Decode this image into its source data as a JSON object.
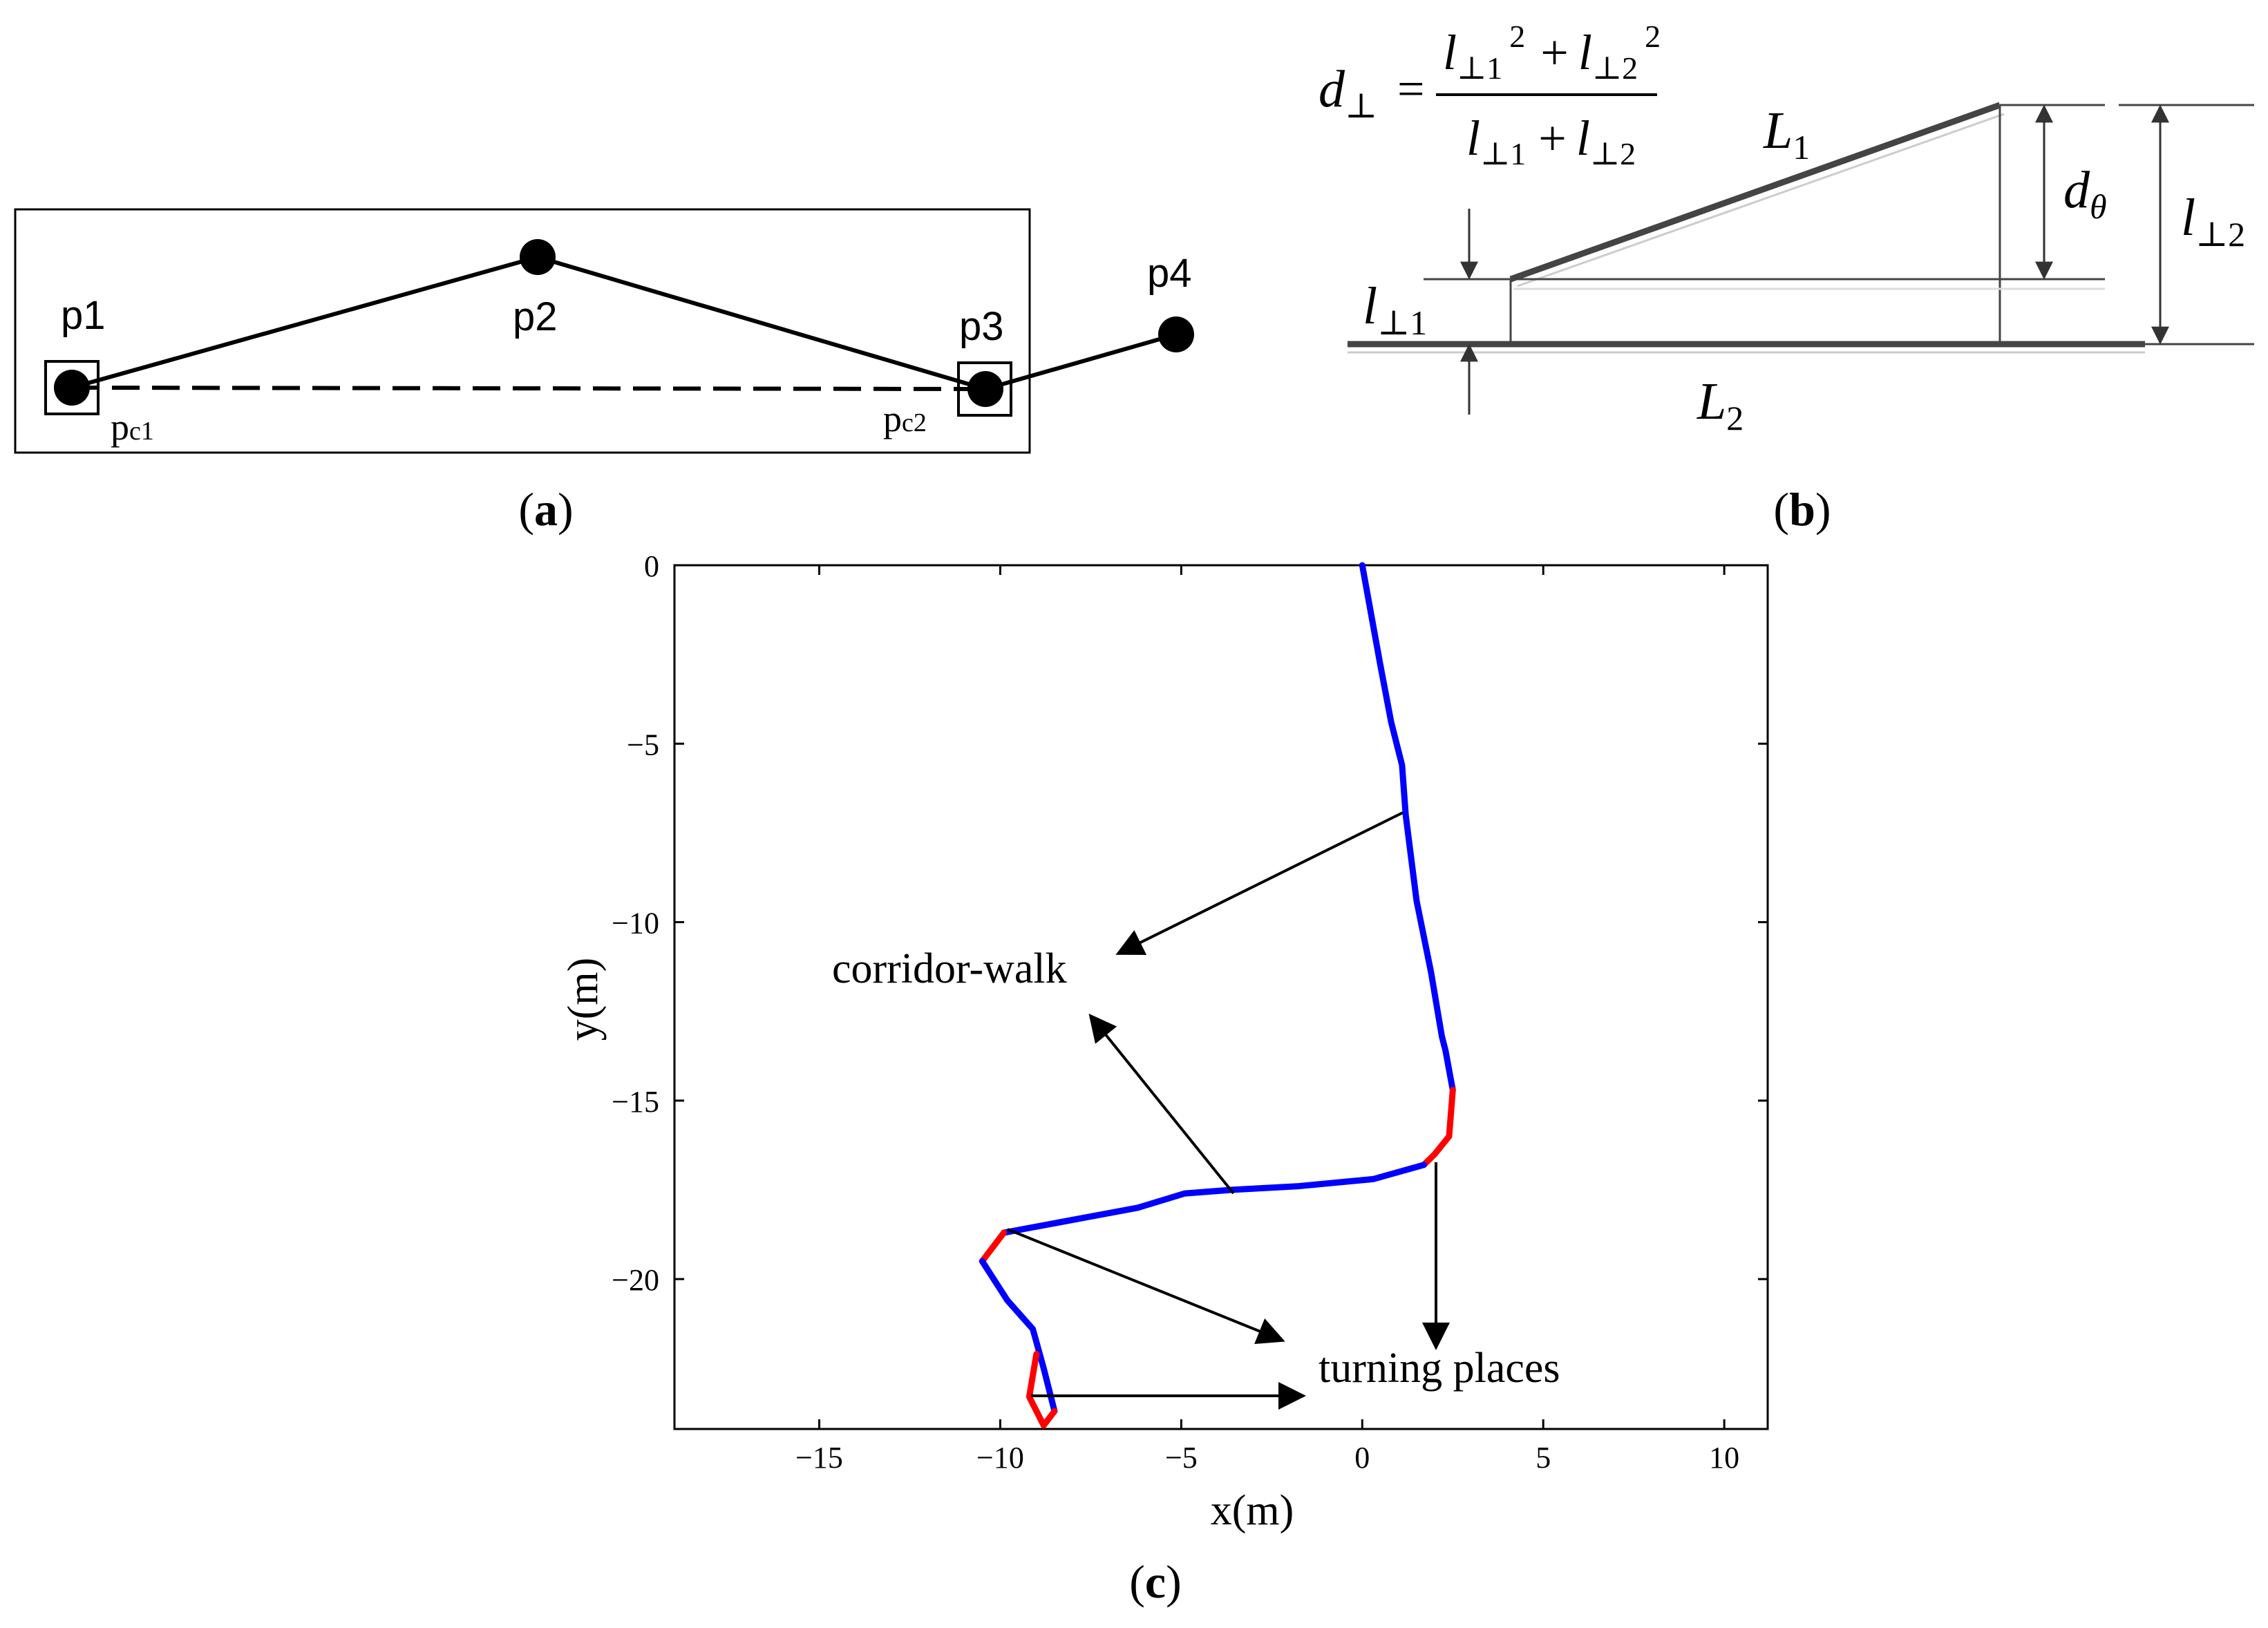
{
  "panel_a": {
    "caption_open": "(",
    "caption_letter": "a",
    "caption_close": ")",
    "points": [
      {
        "label": "p1",
        "kind": "filled-circle"
      },
      {
        "label": "p2",
        "kind": "filled-circle"
      },
      {
        "label": "p3",
        "kind": "filled-circle"
      },
      {
        "label": "p4",
        "kind": "filled-circle"
      }
    ],
    "characteristic_points": [
      {
        "base": "p",
        "sub": "c1"
      },
      {
        "base": "p",
        "sub": "c2"
      }
    ]
  },
  "panel_b": {
    "caption_open": "(",
    "caption_letter": "b",
    "caption_close": ")",
    "formula": {
      "lhs_base": "d",
      "lhs_sub": "⊥",
      "equals": "=",
      "num_term1_base": "l",
      "num_term1_sub": "⊥1",
      "num_term1_sup": "2",
      "num_plus": "+",
      "num_term2_base": "l",
      "num_term2_sub": "⊥2",
      "num_term2_sup": "2",
      "den_term1_base": "l",
      "den_term1_sub": "⊥1",
      "den_plus": "+",
      "den_term2_base": "l",
      "den_term2_sub": "⊥2"
    },
    "labels": {
      "L1_base": "L",
      "L1_sub": "1",
      "L2_base": "L",
      "L2_sub": "2",
      "d_theta_base": "d",
      "d_theta_sub": "θ",
      "l_perp1_base": "l",
      "l_perp1_sub": "⊥1",
      "l_perp2_base": "l",
      "l_perp2_sub": "⊥2"
    }
  },
  "panel_c": {
    "caption_open": "(",
    "caption_letter": "c",
    "caption_close": ")",
    "annotations": {
      "corridor": "corridor-walk",
      "turning": "turning places"
    },
    "colors": {
      "corridor": "#0000ff",
      "turning": "#ff0000",
      "axis": "#000000"
    }
  },
  "chart_data": {
    "type": "line",
    "title": "",
    "xlabel": "x(m)",
    "ylabel": "y(m)",
    "xlim": [
      -19,
      11.2
    ],
    "ylim": [
      -24.2,
      0
    ],
    "xticks": [
      -15,
      -10,
      -5,
      0,
      5,
      10
    ],
    "yticks": [
      0,
      -5,
      -10,
      -15,
      -20
    ],
    "xtick_labels": [
      "−15",
      "−10",
      "−5",
      "0",
      "5",
      "10"
    ],
    "ytick_labels": [
      "0",
      "−5",
      "−10",
      "−15",
      "−20"
    ],
    "grid": false,
    "legend": "none",
    "series": [
      {
        "segment": "corridor-walk",
        "color": "#0000ff",
        "points": [
          [
            0.0,
            0.0
          ],
          [
            0.5,
            -2.8
          ],
          [
            0.8,
            -4.4
          ],
          [
            1.1,
            -5.6
          ],
          [
            1.2,
            -7.0
          ],
          [
            1.5,
            -9.4
          ],
          [
            1.9,
            -11.4
          ],
          [
            2.2,
            -13.2
          ],
          [
            2.3,
            -13.6
          ],
          [
            2.5,
            -14.7
          ]
        ]
      },
      {
        "segment": "turning",
        "color": "#ff0000",
        "points": [
          [
            2.5,
            -14.7
          ],
          [
            2.4,
            -16.0
          ],
          [
            2.0,
            -16.5
          ],
          [
            1.7,
            -16.8
          ]
        ]
      },
      {
        "segment": "corridor-walk",
        "color": "#0000ff",
        "points": [
          [
            1.7,
            -16.8
          ],
          [
            0.3,
            -17.2
          ],
          [
            -1.8,
            -17.4
          ],
          [
            -3.6,
            -17.5
          ],
          [
            -4.9,
            -17.6
          ],
          [
            -6.2,
            -18.0
          ],
          [
            -9.9,
            -18.7
          ]
        ]
      },
      {
        "segment": "turning",
        "color": "#ff0000",
        "points": [
          [
            -9.9,
            -18.7
          ],
          [
            -10.5,
            -19.5
          ]
        ]
      },
      {
        "segment": "corridor-walk",
        "color": "#0000ff",
        "points": [
          [
            -10.5,
            -19.5
          ],
          [
            -9.8,
            -20.6
          ],
          [
            -9.1,
            -21.4
          ],
          [
            -8.8,
            -22.5
          ],
          [
            -8.5,
            -23.7
          ]
        ]
      },
      {
        "segment": "turning",
        "color": "#ff0000",
        "points": [
          [
            -8.5,
            -23.7
          ],
          [
            -8.8,
            -24.1
          ],
          [
            -9.2,
            -23.3
          ],
          [
            -9.0,
            -22.1
          ]
        ]
      }
    ]
  }
}
